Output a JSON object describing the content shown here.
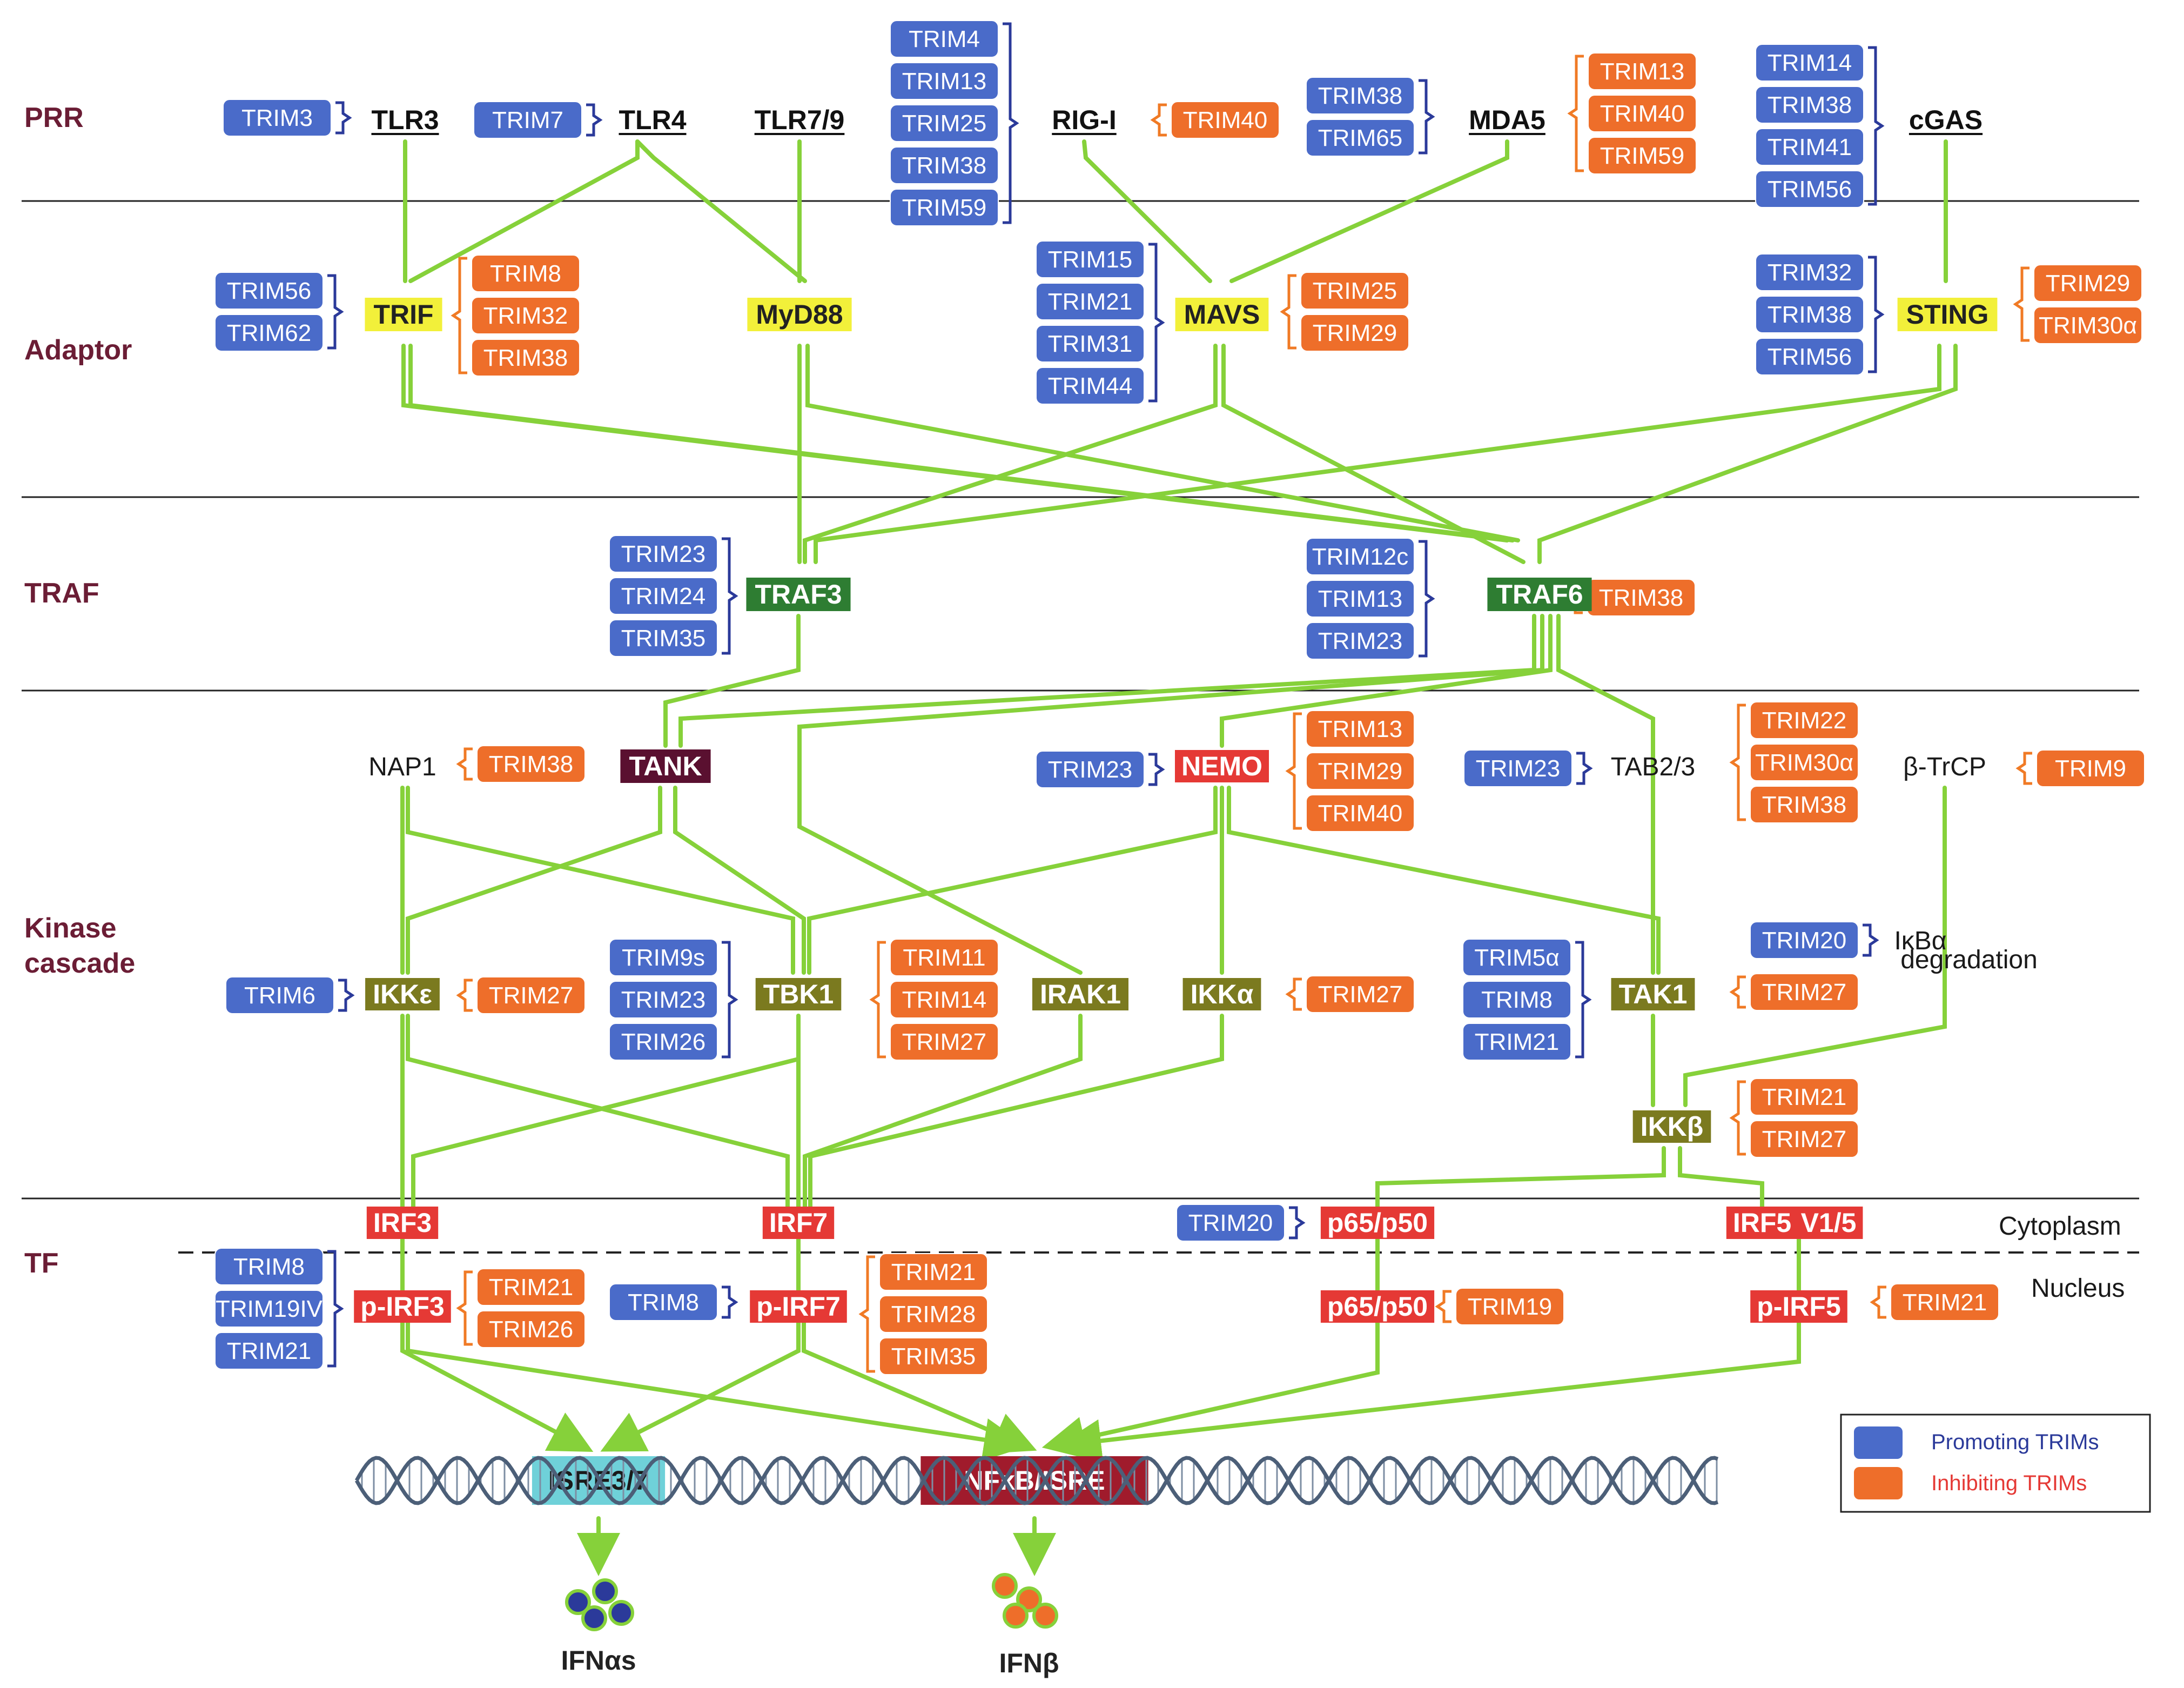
{
  "colors": {
    "promoting": "#4a6bc9",
    "inhibiting": "#ee6e2a",
    "line": "#86d13a",
    "adaptor": "#f2f03a",
    "traf": "#2e7d32",
    "kinase": "#7b7a1f",
    "tf": "#e53935",
    "tank": "#5a1030",
    "isre": "#6fd1d9",
    "nfkb": "#a01b2c",
    "section": "#6b1d35"
  },
  "sections": [
    "PRR",
    "Adaptor",
    "TRAF",
    "Kinase",
    "cascade",
    "TF"
  ],
  "locations": {
    "cytoplasm": "Cytoplasm",
    "nucleus": "Nucleus"
  },
  "legend": {
    "promoting": "Promoting TRIMs",
    "inhibiting": "Inhibiting TRIMs"
  },
  "outputs": {
    "ifna": "IFNαs",
    "ifnb": "IFNβ"
  },
  "nodes": [
    {
      "id": "tlr3",
      "label": "TLR3",
      "kind": "receptor"
    },
    {
      "id": "tlr4",
      "label": "TLR4",
      "kind": "receptor"
    },
    {
      "id": "tlr79",
      "label": "TLR7/9",
      "kind": "receptor"
    },
    {
      "id": "rigi",
      "label": "RIG-I",
      "kind": "receptor"
    },
    {
      "id": "mda5",
      "label": "MDA5",
      "kind": "receptor"
    },
    {
      "id": "cgas",
      "label": "cGAS",
      "kind": "receptor"
    },
    {
      "id": "trif",
      "label": "TRIF",
      "kind": "adaptor"
    },
    {
      "id": "myd88",
      "label": "MyD88",
      "kind": "adaptor"
    },
    {
      "id": "mavs",
      "label": "MAVS",
      "kind": "adaptor"
    },
    {
      "id": "sting",
      "label": "STING",
      "kind": "adaptor"
    },
    {
      "id": "traf3",
      "label": "TRAF3",
      "kind": "traf"
    },
    {
      "id": "traf6",
      "label": "TRAF6",
      "kind": "traf"
    },
    {
      "id": "nap1",
      "label": "NAP1",
      "kind": "plain"
    },
    {
      "id": "tank",
      "label": "TANK",
      "kind": "tank"
    },
    {
      "id": "nemo",
      "label": "NEMO",
      "kind": "tf"
    },
    {
      "id": "tab23",
      "label": "TAB2/3",
      "kind": "plain"
    },
    {
      "id": "btrcp",
      "label": "β-TrCP",
      "kind": "plain"
    },
    {
      "id": "ikke",
      "label": "IKKε",
      "kind": "kinase"
    },
    {
      "id": "tbk1",
      "label": "TBK1",
      "kind": "kinase"
    },
    {
      "id": "irak1",
      "label": "IRAK1",
      "kind": "kinase"
    },
    {
      "id": "ikka",
      "label": "IKKα",
      "kind": "kinase"
    },
    {
      "id": "tak1",
      "label": "TAK1",
      "kind": "kinase"
    },
    {
      "id": "ikba1",
      "label": "IκBα",
      "kind": "plain"
    },
    {
      "id": "ikba2",
      "label": "degradation",
      "kind": "plain"
    },
    {
      "id": "ikkb",
      "label": "IKKβ",
      "kind": "kinase"
    },
    {
      "id": "irf3",
      "label": "IRF3",
      "kind": "tf"
    },
    {
      "id": "irf7",
      "label": "IRF7",
      "kind": "tf"
    },
    {
      "id": "p65c",
      "label": "p65/p50",
      "kind": "tf"
    },
    {
      "id": "irf5",
      "label": "IRF5",
      "kind": "tf"
    },
    {
      "id": "v15",
      "label": "V1/5",
      "kind": "tf"
    },
    {
      "id": "pirf3",
      "label": "p-IRF3",
      "kind": "tf"
    },
    {
      "id": "pirf7",
      "label": "p-IRF7",
      "kind": "tf"
    },
    {
      "id": "p65n",
      "label": "p65/p50",
      "kind": "tf"
    },
    {
      "id": "pirf5",
      "label": "p-IRF5",
      "kind": "tf"
    },
    {
      "id": "isre37",
      "label": "ISRE3/7",
      "kind": "isre"
    },
    {
      "id": "nfkb",
      "label": "NFκB/ISRE",
      "kind": "nfkb"
    }
  ],
  "trim_groups": [
    {
      "id": "g_tlr3",
      "type": "promoting",
      "items": [
        "TRIM3"
      ]
    },
    {
      "id": "g_tlr4",
      "type": "promoting",
      "items": [
        "TRIM7"
      ]
    },
    {
      "id": "g_rigi_p",
      "type": "promoting",
      "items": [
        "TRIM4",
        "TRIM13",
        "TRIM25",
        "TRIM38",
        "TRIM59"
      ]
    },
    {
      "id": "g_rigi_i",
      "type": "inhibiting",
      "items": [
        "TRIM40"
      ]
    },
    {
      "id": "g_mda5_p",
      "type": "promoting",
      "items": [
        "TRIM38",
        "TRIM65"
      ]
    },
    {
      "id": "g_mda5_i",
      "type": "inhibiting",
      "items": [
        "TRIM13",
        "TRIM40",
        "TRIM59"
      ]
    },
    {
      "id": "g_cgas",
      "type": "promoting",
      "items": [
        "TRIM14",
        "TRIM38",
        "TRIM41",
        "TRIM56"
      ]
    },
    {
      "id": "g_trif_p",
      "type": "promoting",
      "items": [
        "TRIM56",
        "TRIM62"
      ]
    },
    {
      "id": "g_trif_i",
      "type": "inhibiting",
      "items": [
        "TRIM8",
        "TRIM32",
        "TRIM38"
      ]
    },
    {
      "id": "g_mavs_p",
      "type": "promoting",
      "items": [
        "TRIM15",
        "TRIM21",
        "TRIM31",
        "TRIM44"
      ]
    },
    {
      "id": "g_mavs_i",
      "type": "inhibiting",
      "items": [
        "TRIM25",
        "TRIM29"
      ]
    },
    {
      "id": "g_sting_p",
      "type": "promoting",
      "items": [
        "TRIM32",
        "TRIM38",
        "TRIM56"
      ]
    },
    {
      "id": "g_sting_i",
      "type": "inhibiting",
      "items": [
        "TRIM29",
        "TRIM30α"
      ]
    },
    {
      "id": "g_traf3",
      "type": "promoting",
      "items": [
        "TRIM23",
        "TRIM24",
        "TRIM35"
      ]
    },
    {
      "id": "g_traf6_p",
      "type": "promoting",
      "items": [
        "TRIM12c",
        "TRIM13",
        "TRIM23"
      ]
    },
    {
      "id": "g_traf6_i",
      "type": "inhibiting",
      "items": [
        "TRIM38"
      ]
    },
    {
      "id": "g_nap1",
      "type": "inhibiting",
      "items": [
        "TRIM38"
      ]
    },
    {
      "id": "g_nemo_p",
      "type": "promoting",
      "items": [
        "TRIM23"
      ]
    },
    {
      "id": "g_nemo_i",
      "type": "inhibiting",
      "items": [
        "TRIM13",
        "TRIM29",
        "TRIM40"
      ]
    },
    {
      "id": "g_tab_p",
      "type": "promoting",
      "items": [
        "TRIM23"
      ]
    },
    {
      "id": "g_tab_i",
      "type": "inhibiting",
      "items": [
        "TRIM22",
        "TRIM30α",
        "TRIM38"
      ]
    },
    {
      "id": "g_btrcp",
      "type": "inhibiting",
      "items": [
        "TRIM9"
      ]
    },
    {
      "id": "g_ikke_p",
      "type": "promoting",
      "items": [
        "TRIM6"
      ]
    },
    {
      "id": "g_ikke_i",
      "type": "inhibiting",
      "items": [
        "TRIM27"
      ]
    },
    {
      "id": "g_tbk1_p",
      "type": "promoting",
      "items": [
        "TRIM9s",
        "TRIM23",
        "TRIM26"
      ]
    },
    {
      "id": "g_tbk1_i",
      "type": "inhibiting",
      "items": [
        "TRIM11",
        "TRIM14",
        "TRIM27"
      ]
    },
    {
      "id": "g_ikka",
      "type": "inhibiting",
      "items": [
        "TRIM27"
      ]
    },
    {
      "id": "g_tak1_p",
      "type": "promoting",
      "items": [
        "TRIM5α",
        "TRIM8",
        "TRIM21"
      ]
    },
    {
      "id": "g_tak1_i",
      "type": "inhibiting",
      "items": [
        "TRIM27"
      ]
    },
    {
      "id": "g_ikba",
      "type": "promoting",
      "items": [
        "TRIM20"
      ]
    },
    {
      "id": "g_ikkb",
      "type": "inhibiting",
      "items": [
        "TRIM21",
        "TRIM27"
      ]
    },
    {
      "id": "g_p65c",
      "type": "promoting",
      "items": [
        "TRIM20"
      ]
    },
    {
      "id": "g_pirf3_p",
      "type": "promoting",
      "items": [
        "TRIM8",
        "TRIM19IV",
        "TRIM21"
      ]
    },
    {
      "id": "g_pirf3_i",
      "type": "inhibiting",
      "items": [
        "TRIM21",
        "TRIM26"
      ]
    },
    {
      "id": "g_pirf7_p",
      "type": "promoting",
      "items": [
        "TRIM8"
      ]
    },
    {
      "id": "g_pirf7_i",
      "type": "inhibiting",
      "items": [
        "TRIM21",
        "TRIM28",
        "TRIM35"
      ]
    },
    {
      "id": "g_p65n",
      "type": "inhibiting",
      "items": [
        "TRIM19"
      ]
    },
    {
      "id": "g_pirf5",
      "type": "inhibiting",
      "items": [
        "TRIM21"
      ]
    }
  ]
}
